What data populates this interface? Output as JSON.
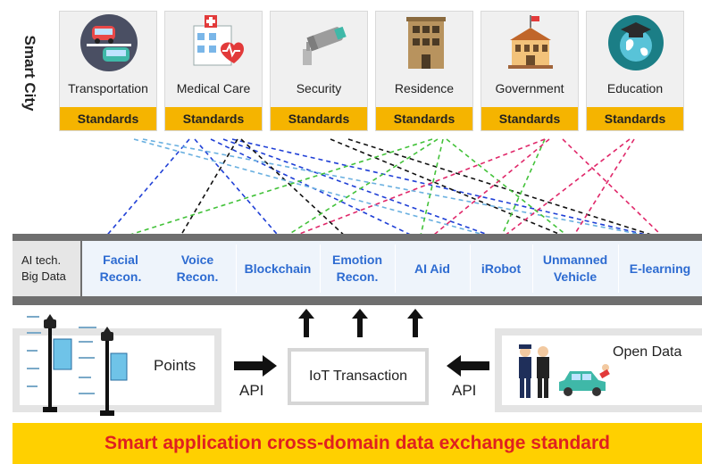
{
  "title": "Smart City",
  "domains": [
    {
      "label": "Transportation",
      "badge": "Standards",
      "icon": "traffic-cars-icon"
    },
    {
      "label": "Medical Care",
      "badge": "Standards",
      "icon": "hospital-icon"
    },
    {
      "label": "Security",
      "badge": "Standards",
      "icon": "security-camera-icon"
    },
    {
      "label": "Residence",
      "badge": "Standards",
      "icon": "apartment-building-icon"
    },
    {
      "label": "Government",
      "badge": "Standards",
      "icon": "government-building-icon"
    },
    {
      "label": "Education",
      "badge": "Standards",
      "icon": "globe-graduation-cap-icon"
    }
  ],
  "tech_label": [
    "AI tech.",
    "Big Data"
  ],
  "technologies": [
    {
      "line1": "Facial",
      "line2": "Recon."
    },
    {
      "line1": "Voice",
      "line2": "Recon."
    },
    {
      "line1": "Blockchain",
      "line2": ""
    },
    {
      "line1": "Emotion",
      "line2": "Recon."
    },
    {
      "line1": "AI Aid",
      "line2": ""
    },
    {
      "line1": "iRobot",
      "line2": ""
    },
    {
      "line1": "Unmanned",
      "line2": "Vehicle"
    },
    {
      "line1": "E-learning",
      "line2": ""
    }
  ],
  "points_label": "Points",
  "iot_label": "IoT Transaction",
  "api_left": "API",
  "api_right": "API",
  "open_data_label": "Open Data",
  "footer": "Smart application cross-domain data exchange standard",
  "colors": {
    "badge": "#f5b400",
    "footer_bg": "#ffd000",
    "footer_text": "#e02020",
    "tech_text": "#2d6bd1",
    "line_blue": "#1f3fd6",
    "line_black": "#111111",
    "line_green": "#43c23a",
    "line_pink": "#e0286a",
    "line_lightblue": "#6ab0e0"
  }
}
